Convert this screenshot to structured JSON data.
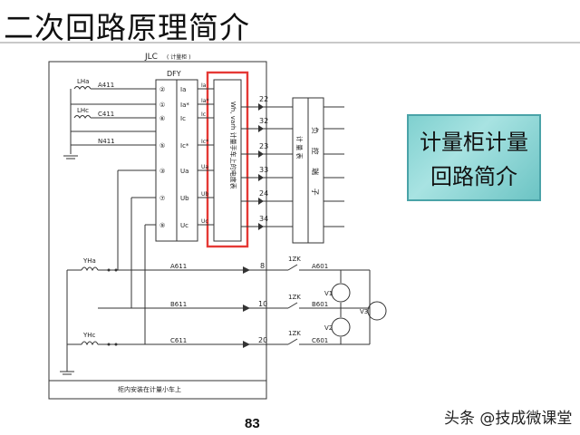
{
  "slide": {
    "title": "二次回路原理简介",
    "side_box_line1": "计量柜计量",
    "side_box_line2": "回路简介",
    "page_number": "83",
    "watermark": "头条 @技成微课堂"
  },
  "diagram": {
    "cabinet_label": "JLC",
    "cabinet_sub": "( 计量柜 )",
    "dfy_label": "DFY",
    "meter_label": "Wh, varh 计量手车上的电度表",
    "load_box_label": "负 控 端 子",
    "meter_box_label": "计 量 表",
    "cart_note": "柜内安装在计量小车上",
    "ct_labels": [
      "LHa",
      "LHc"
    ],
    "pt_labels": [
      "YHa",
      "YHc"
    ],
    "left_wires": [
      "A411",
      "C411",
      "N411"
    ],
    "dfy_terminals": [
      {
        "num": "②",
        "label": "Ia"
      },
      {
        "num": "①",
        "label": "Ia*"
      },
      {
        "num": "⑥",
        "label": "Ic"
      },
      {
        "num": "⑤",
        "label": "Ic*"
      },
      {
        "num": "③",
        "label": "Ua"
      },
      {
        "num": "⑦",
        "label": "Ub"
      },
      {
        "num": "⑨",
        "label": "Uc"
      }
    ],
    "meter_terms": [
      "Ia",
      "Ia*",
      "Ic",
      "Ic*",
      "Ua",
      "Ub",
      "Uc"
    ],
    "out_numbers": [
      "22",
      "32",
      "23",
      "33",
      "24",
      "34"
    ],
    "pt_wires": [
      "A611",
      "B611",
      "C611"
    ],
    "pt_numbers": [
      "8",
      "10",
      "20"
    ],
    "switch_label": "1ZK",
    "out_wires": [
      "A601",
      "B601",
      "C601"
    ],
    "voltmeters": [
      "V1",
      "V2",
      "V3"
    ]
  }
}
